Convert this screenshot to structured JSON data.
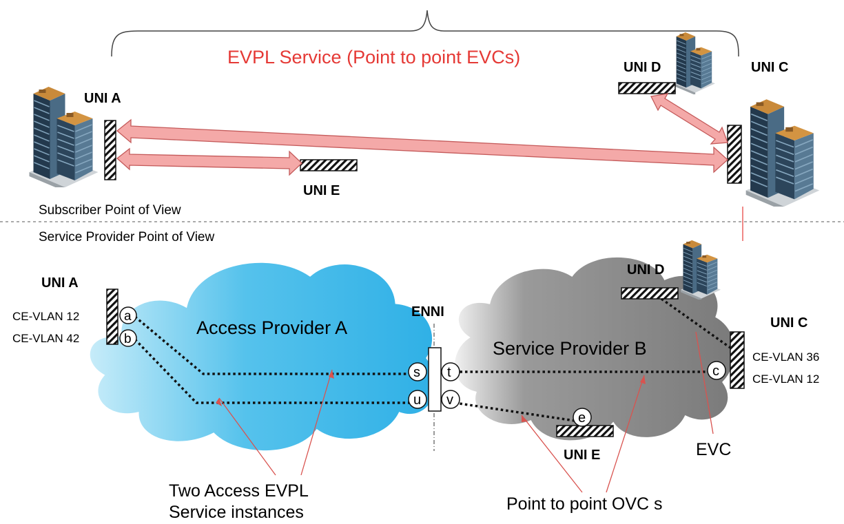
{
  "top": {
    "service_title": "EVPL Service (Point to point EVCs)",
    "uni_a": "UNI A",
    "uni_c": "UNI C",
    "uni_d": "UNI D",
    "uni_e": "UNI E",
    "subscriber_view": "Subscriber Point of View"
  },
  "bottom": {
    "provider_view": "Service Provider Point of View",
    "uni_a": "UNI A",
    "uni_c": "UNI C",
    "uni_d": "UNI D",
    "uni_e": "UNI E",
    "enni": "ENNI",
    "access_provider": "Access Provider A",
    "service_provider": "Service Provider B",
    "ce_vlan_a1": "CE-VLAN 12",
    "ce_vlan_a2": "CE-VLAN 42",
    "ce_vlan_c1": "CE-VLAN 36",
    "ce_vlan_c2": "CE-VLAN 12",
    "endpoints": [
      "a",
      "b",
      "s",
      "t",
      "u",
      "v",
      "c",
      "e"
    ],
    "callout_access_line1": "Two Access EVPL",
    "callout_access_line2": "Service instances",
    "callout_ovc": "Point to point OVC s",
    "callout_evc": "EVC"
  },
  "colors": {
    "evc_arrow_fill": "#f4a9a8",
    "evc_arrow_stroke": "#c45a5a",
    "title_red": "#e53935",
    "access_cloud_light": "#b7e3f5",
    "access_cloud_dark": "#3bb3e6",
    "sp_cloud_light": "#d9d9d9",
    "sp_cloud_dark": "#6b6b6b",
    "callout_line": "#d9534f"
  }
}
